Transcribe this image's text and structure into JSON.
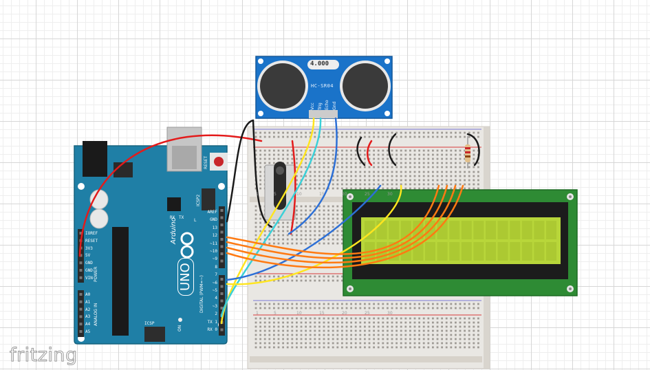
{
  "watermark": "fritzing",
  "arduino": {
    "brand": "Arduino",
    "model": "UNO",
    "reset": "RESET",
    "icsp_top": "ICSP2",
    "icsp_bottom": "ICSP",
    "led_l": "L",
    "led_tx": "TX",
    "led_rx": "RX",
    "led_on": "ON",
    "power_pins": [
      "IOREF",
      "RESET",
      "3V3",
      "5V",
      "GND",
      "GND",
      "VIN"
    ],
    "power_group": "POWER",
    "analog_pins": [
      "A0",
      "A1",
      "A2",
      "A3",
      "A4",
      "A5"
    ],
    "analog_group": "ANALOG IN",
    "digital_pins": [
      "AREF",
      "GND",
      "13",
      "12",
      "~11",
      "~10",
      "~9",
      "8",
      "7",
      "~6",
      "~5",
      "4",
      "~3",
      "2",
      "TX 1",
      "RX 0"
    ],
    "digital_group": "DIGITAL (PWM=~)"
  },
  "sensor": {
    "model": "HC-SR04",
    "crystal": "4.000",
    "pins": [
      "Vcc",
      "Trig",
      "Echo",
      "Gnd"
    ]
  },
  "breadboard": {
    "column_numbers": [
      "1",
      "5",
      "10",
      "15",
      "20",
      "25",
      "30"
    ]
  },
  "lcd": {
    "part": "16x2 LCD"
  },
  "colors": {
    "arduino_blue": "#1f7fa6",
    "sensor_blue": "#1a73c9",
    "lcd_pcb": "#2e8b34",
    "lcd_screen": "#b8d63a",
    "wire_red": "#e31b1b",
    "wire_black": "#1a1a1a",
    "wire_yellow": "#ffe51f",
    "wire_cyan": "#3ad0d8",
    "wire_blue": "#2c6fd6",
    "wire_orange": "#ff7a12"
  }
}
